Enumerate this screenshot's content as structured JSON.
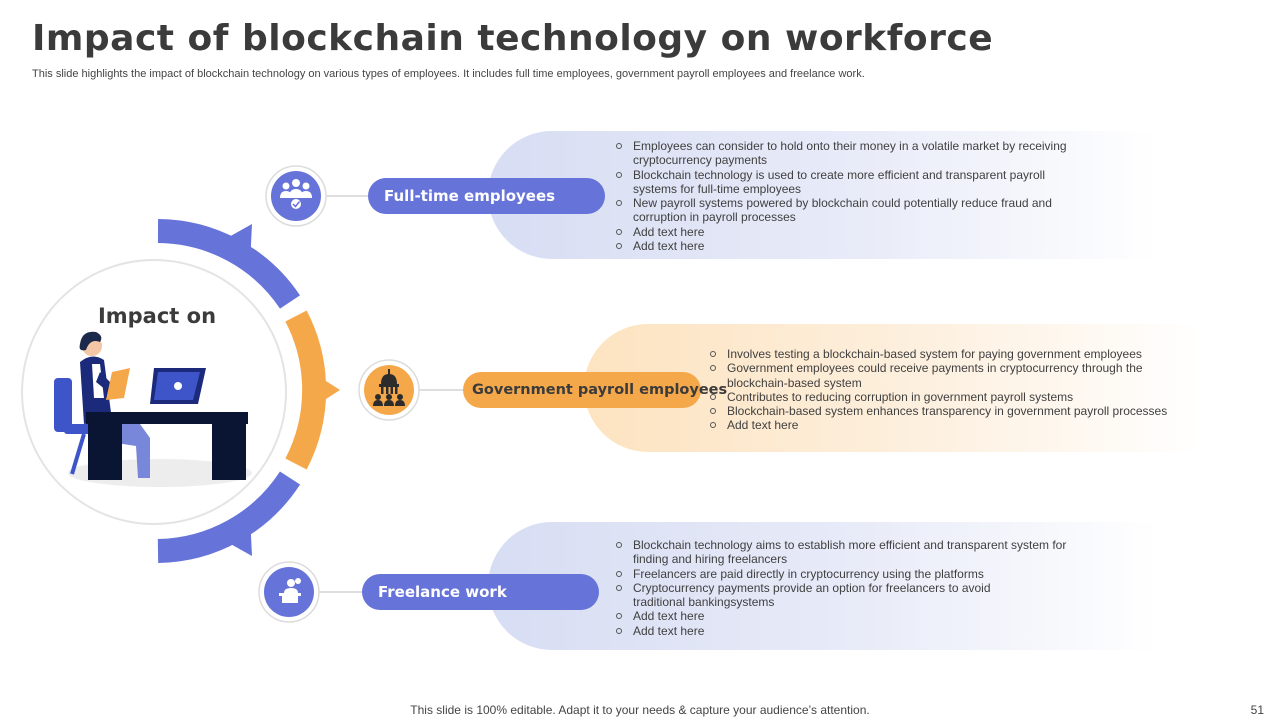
{
  "slide": {
    "title": "Impact of blockchain technology on workforce",
    "subtitle": "This slide highlights the impact of blockchain technology on various types of employees. It includes full time employees, government payroll employees and freelance work.",
    "center_label": "Impact on",
    "footer": "This slide is 100% editable. Adapt it to your needs & capture your audience’s attention.",
    "page_number": "51"
  },
  "colors": {
    "blue": "#6673d9",
    "orange": "#f5a84a",
    "dark_navy": "#0a1433"
  },
  "sections": [
    {
      "label": "Full-time employees",
      "icon": "people-group-icon",
      "color": "blue",
      "bullets": [
        "Employees can consider to hold onto their money in a volatile market by receiving cryptocurrency payments",
        "Blockchain technology is used to create more efficient and transparent payroll systems for full-time employees",
        "New payroll systems powered by blockchain could potentially reduce fraud and corruption in payroll processes",
        "Add text here",
        "Add text here"
      ]
    },
    {
      "label": "Government payroll employees",
      "icon": "government-building-icon",
      "color": "orange",
      "bullets": [
        "Involves testing a blockchain-based system for paying government employees",
        "Government employees could receive payments in cryptocurrency through the blockchain-based system",
        "Contributes to reducing corruption in government payroll systems",
        "Blockchain-based system enhances transparency in government payroll processes",
        "Add text here"
      ]
    },
    {
      "label": "Freelance work",
      "icon": "freelancer-desk-icon",
      "color": "blue",
      "bullets": [
        "Blockchain technology aims to establish more efficient and transparent system for finding and hiring freelancers",
        "Freelancers are paid directly in cryptocurrency using the platforms",
        "Cryptocurrency payments provide an option for freelancers to avoid traditional bankingsystems",
        "Add text here",
        "Add text here"
      ]
    }
  ]
}
